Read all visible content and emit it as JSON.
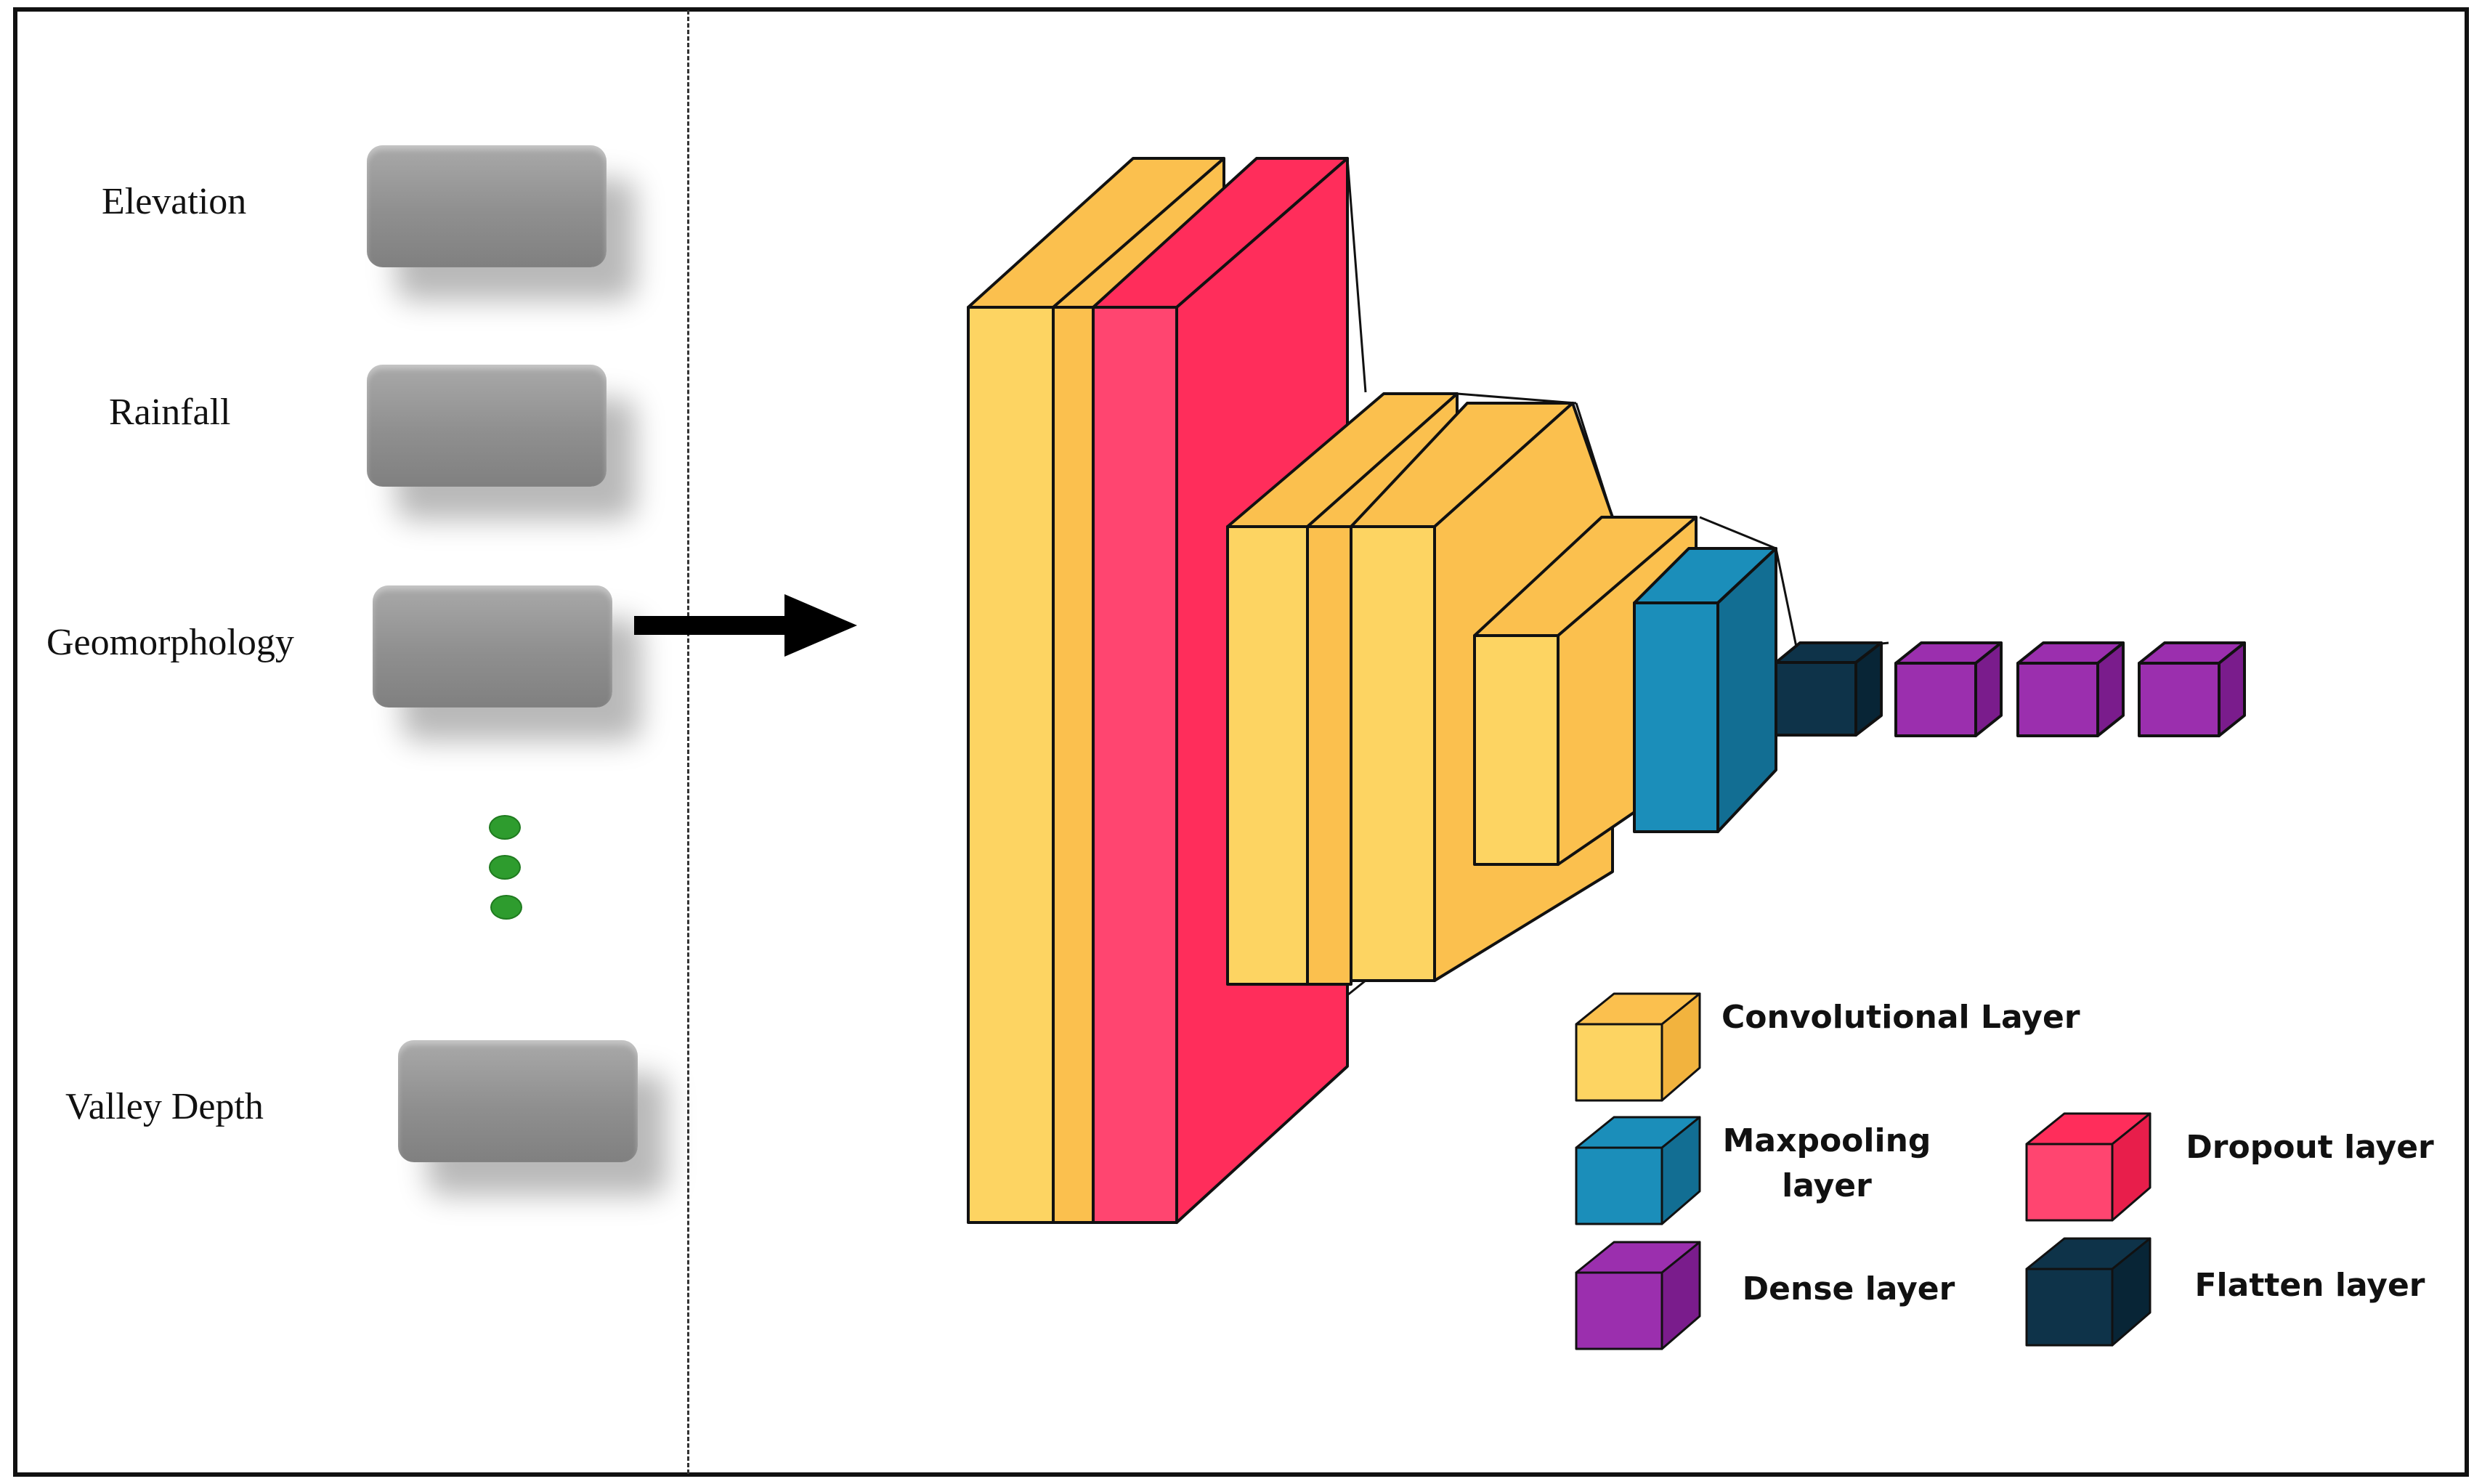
{
  "inputs": {
    "features": [
      "Elevation",
      "Rainfall",
      "Geomorphology",
      "Valley Depth"
    ]
  },
  "legend": {
    "convolutional": "Convolutional Layer",
    "maxpooling": "Maxpooling\nlayer",
    "dropout": "Dropout layer",
    "dense": "Dense layer",
    "flatten": "Flatten layer"
  },
  "colors": {
    "convolutional": "#FDD462",
    "maxpooling": "#1B8EBA",
    "dropout": "#FF3F6B",
    "dense": "#9B2FAE",
    "flatten": "#0E3349",
    "input_box": "#999999",
    "dots": "#2E9C2E",
    "arrow": "#000000"
  }
}
